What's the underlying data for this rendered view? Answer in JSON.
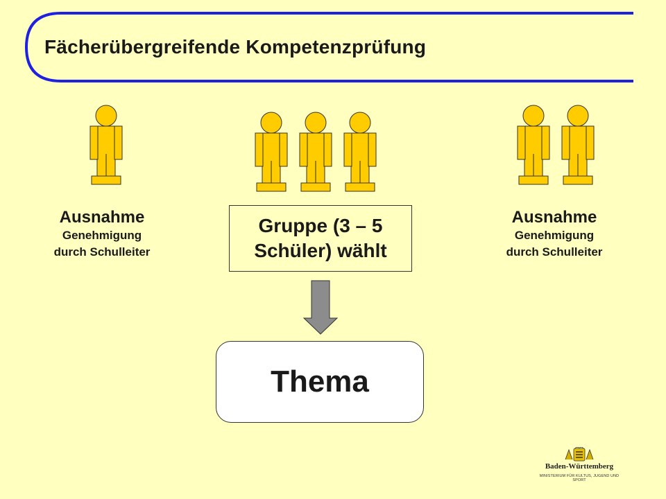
{
  "title": "Fächerübergreifende Kompetenzprüfung",
  "colors": {
    "background": "#FFFFC0",
    "frame_blue": "#2020E0",
    "figure_fill": "#FFCC00",
    "arrow_gray": "#8C8C8C",
    "thema_fill": "#FFFFFF"
  },
  "left": {
    "figures": 1,
    "head": "Ausnahme",
    "line1": "Genehmigung",
    "line2": "durch Schulleiter"
  },
  "center": {
    "figures": 3,
    "box_line1": "Gruppe (3 – 5",
    "box_line2": "Schüler) wählt"
  },
  "right": {
    "figures": 2,
    "head": "Ausnahme",
    "line1": "Genehmigung",
    "line2": "durch Schulleiter"
  },
  "result": "Thema",
  "logo": {
    "name": "Baden-Württemberg",
    "ministry": "MINISTERIUM FÜR KULTUS, JUGEND UND SPORT"
  }
}
